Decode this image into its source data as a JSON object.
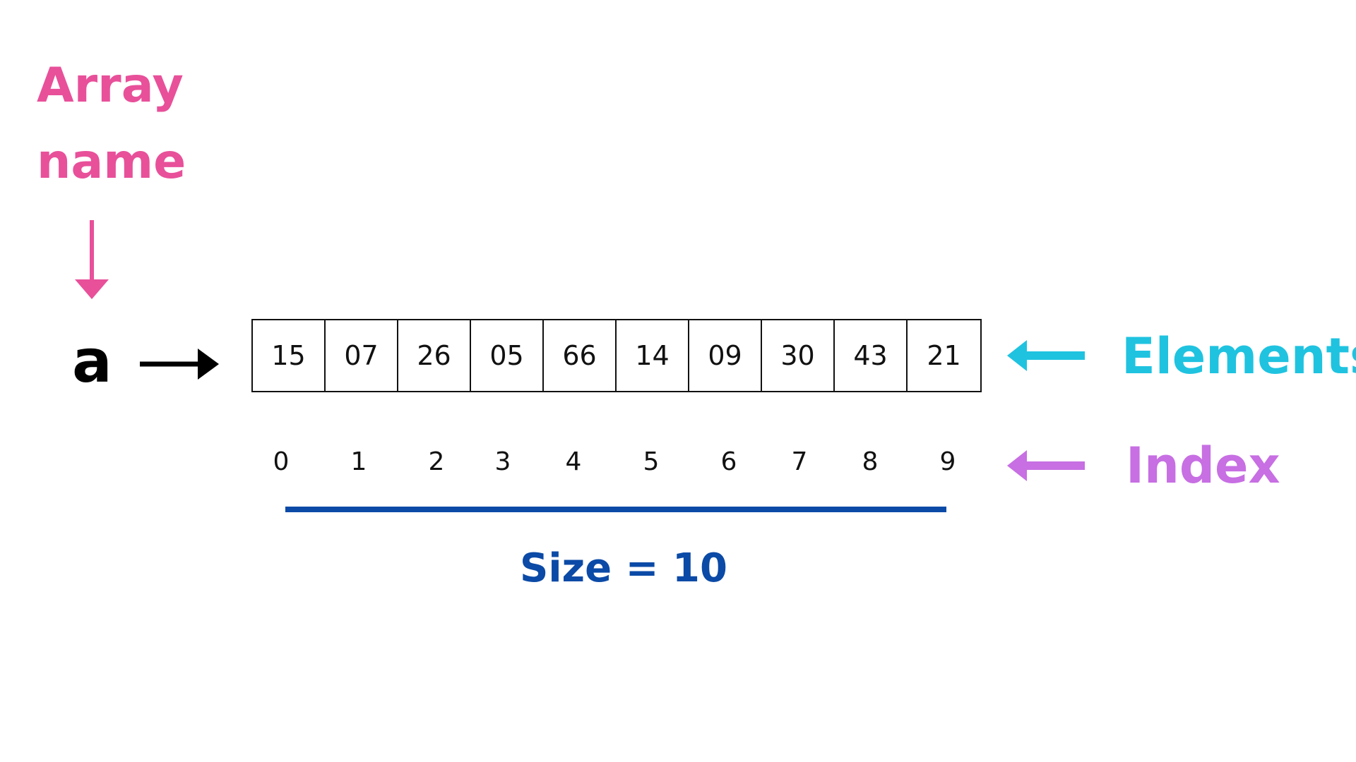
{
  "labels": {
    "array_name_line1": "Array",
    "array_name_line2": "name",
    "variable_name": "a",
    "elements": "Elements",
    "index": "Index",
    "size": "Size = 10"
  },
  "array": {
    "elements": [
      "15",
      "07",
      "26",
      "05",
      "66",
      "14",
      "09",
      "30",
      "43",
      "21"
    ],
    "indices": [
      "0",
      "1",
      "2",
      "3",
      "4",
      "5",
      "6",
      "7",
      "8",
      "9"
    ]
  },
  "colors": {
    "array_name": "#e8509a",
    "elements": "#1fc3e0",
    "index": "#c76fe3",
    "size": "#0b4aa6",
    "pointer": "#000000"
  }
}
